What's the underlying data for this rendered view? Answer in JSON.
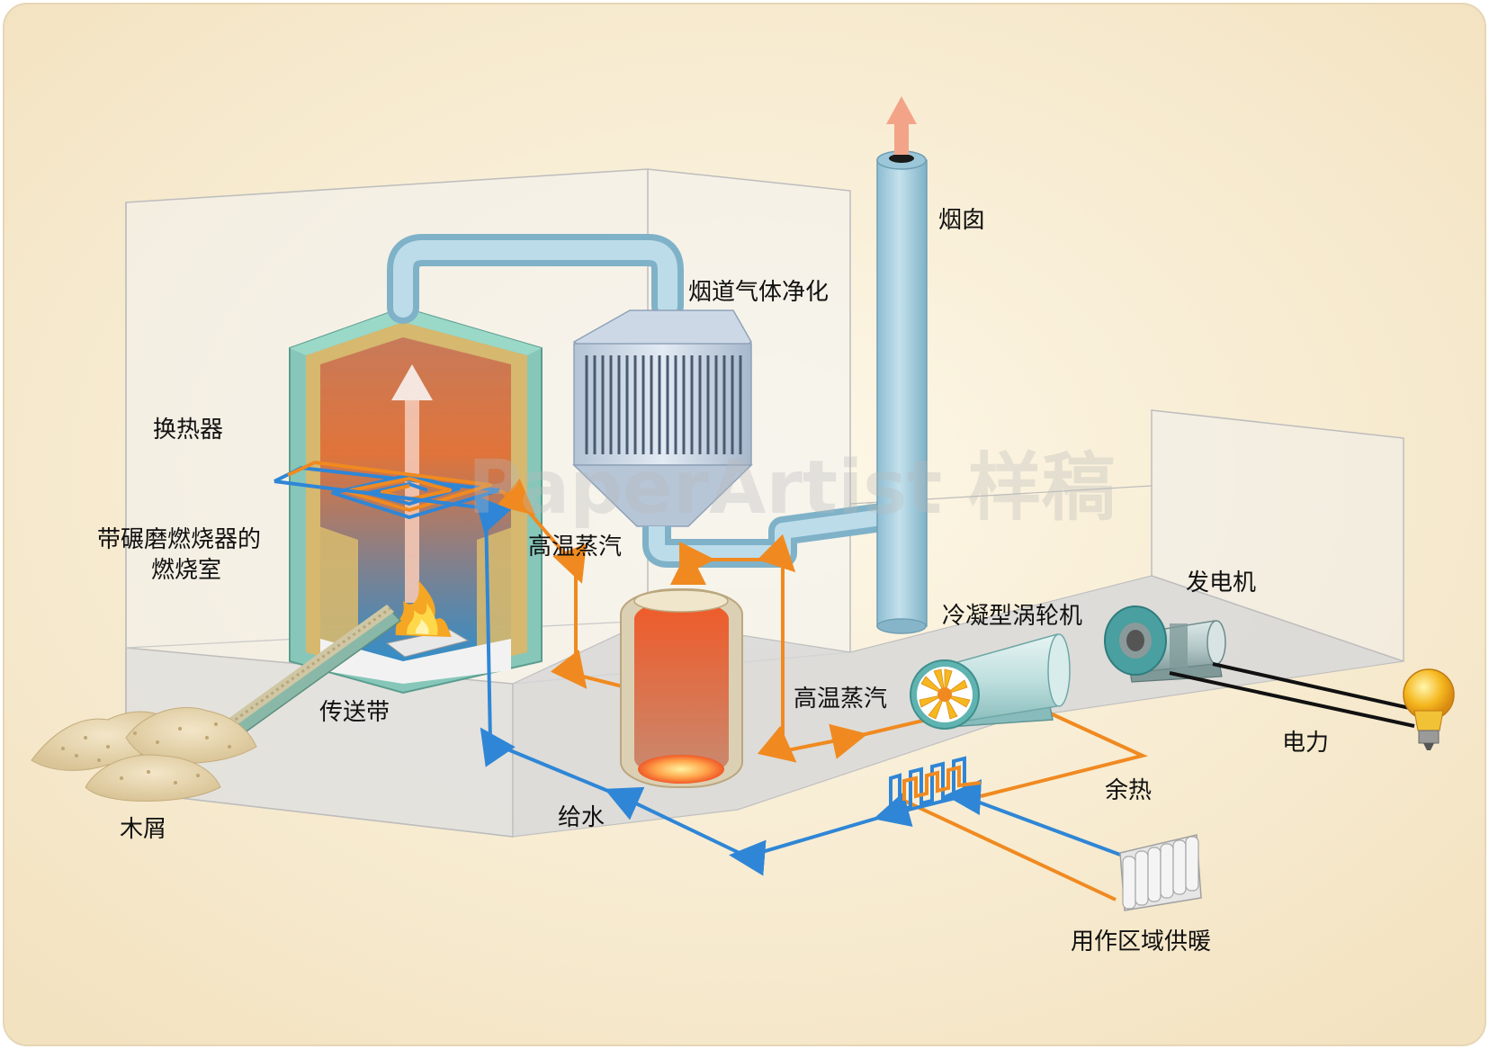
{
  "labels": {
    "chimney": "烟囱",
    "flue_gas_cleaning": "烟道气体净化",
    "heat_exchanger": "换热器",
    "combustion_chamber_line1": "带碾磨燃烧器的",
    "combustion_chamber_line2": "燃烧室",
    "high_temp_steam_1": "高温蒸汽",
    "high_temp_steam_2": "高温蒸汽",
    "conveyor_belt": "传送带",
    "wood_chips": "木屑",
    "feed_water": "给水",
    "condensing_turbine": "冷凝型涡轮机",
    "generator": "发电机",
    "electricity": "电力",
    "waste_heat": "余热",
    "district_heating": "用作区域供暖"
  },
  "watermark": "PaperArtist 样稿",
  "colors": {
    "background_gradient_center": "#fdf7e6",
    "background_gradient_edge": "#f4e4c4",
    "steam_line": "#f08a20",
    "water_line": "#2f86d6",
    "pipe": "#a9cfe0",
    "chamber_hot": "#e0743a",
    "chamber_cool": "#3f9bd1",
    "tank_hot": "#f05a28",
    "building_wall": "#eeeeee"
  }
}
